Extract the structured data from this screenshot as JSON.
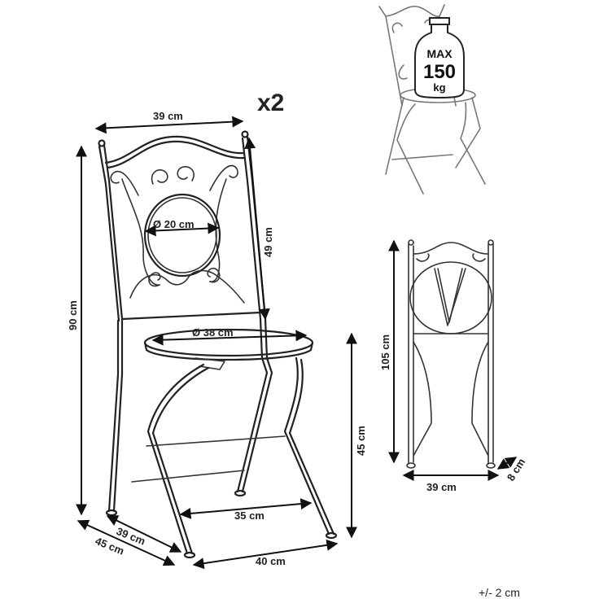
{
  "quantity": "x2",
  "labels": {
    "back_width": "39 cm",
    "back_height": "49 cm",
    "back_circle": "Ø 20 cm",
    "seat_diameter": "Ø 38 cm",
    "total_height": "90 cm",
    "seat_height": "45 cm",
    "foot_span": "35 cm",
    "depth_a": "39 cm",
    "depth_b": "45 cm",
    "front_width": "40 cm",
    "folded_height": "105 cm",
    "folded_width": "39 cm",
    "folded_depth": "8 cm"
  },
  "max_load": {
    "line1": "MAX",
    "line2": "150",
    "line3": "kg"
  },
  "tolerance": "+/- 2 cm",
  "colors": {
    "line": "#222222",
    "ghost": "#777777",
    "background": "#ffffff"
  }
}
